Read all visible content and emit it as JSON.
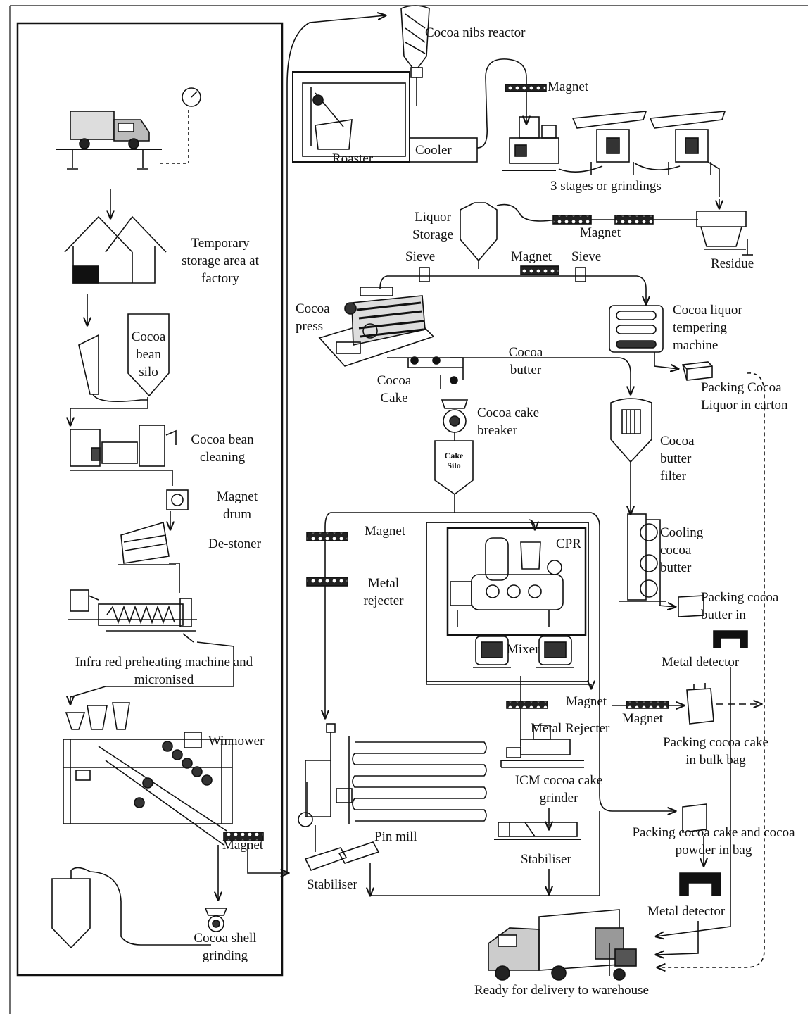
{
  "labels": {
    "temporary_storage": "Temporary storage area at factory",
    "bean_silo": "Cocoa bean silo",
    "bean_cleaning": "Cocoa bean cleaning",
    "magnet_drum": "Magnet drum",
    "destoner": "De-stoner",
    "infrared": "Infra red preheating machine and micronised",
    "winnower": "Winnower",
    "magnet_winnower": "Magnet",
    "shell_grinding": "Cocoa shell grinding",
    "nibs_reactor": "Cocoa nibs reactor",
    "roaster": "Roaster",
    "cooler": "Cooler",
    "magnet_top": "Magnet",
    "grindings": "3 stages or grindings",
    "liquor_storage": "Liquor Storage",
    "magnet_liquor": "Magnet",
    "residue": "Residue",
    "sieve_left": "Sieve",
    "magnet_mid": "Magnet",
    "sieve_right": "Sieve",
    "cocoa_press": "Cocoa press",
    "liquor_tempering": "Cocoa liquor tempering machine",
    "cocoa_butter": "Cocoa butter",
    "packing_liquor": "Packing Cocoa Liquor in carton",
    "cocoa_cake": "Cocoa Cake",
    "cake_breaker": "Cocoa cake breaker",
    "cake_silo": "Cake Silo",
    "butter_filter": "Cocoa butter filter",
    "magnet_left": "Magnet",
    "metal_rejecter_left": "Metal rejecter",
    "cpr": "CPR",
    "cooling_butter": "Cooling cocoa butter",
    "packing_butter": "Packing cocoa butter in",
    "mixer": "Mixer",
    "metal_detector_1": "Metal detector",
    "magnet_center": "Magnet",
    "magnet_right": "Magnet",
    "metal_rejecter_center": "Metal Rejecter",
    "packing_cake_bulk": "Packing cocoa cake in bulk bag",
    "icm_grinder": "ICM cocoa cake grinder",
    "pin_mill": "Pin mill",
    "packing_cake_powder": "Packing cocoa cake and cocoa powder in bag",
    "stabiliser_right": "Stabiliser",
    "stabiliser_left": "Stabiliser",
    "metal_detector_2": "Metal detector",
    "delivery": "Ready for delivery to warehouse"
  },
  "icons": [
    "truck-icon",
    "gauge-icon",
    "warehouse-icon",
    "hopper-icon",
    "silo-icon",
    "conveyor-magnet-icon",
    "press-icon",
    "tank-icon",
    "box-icon",
    "metal-detector-icon",
    "bag-icon"
  ]
}
